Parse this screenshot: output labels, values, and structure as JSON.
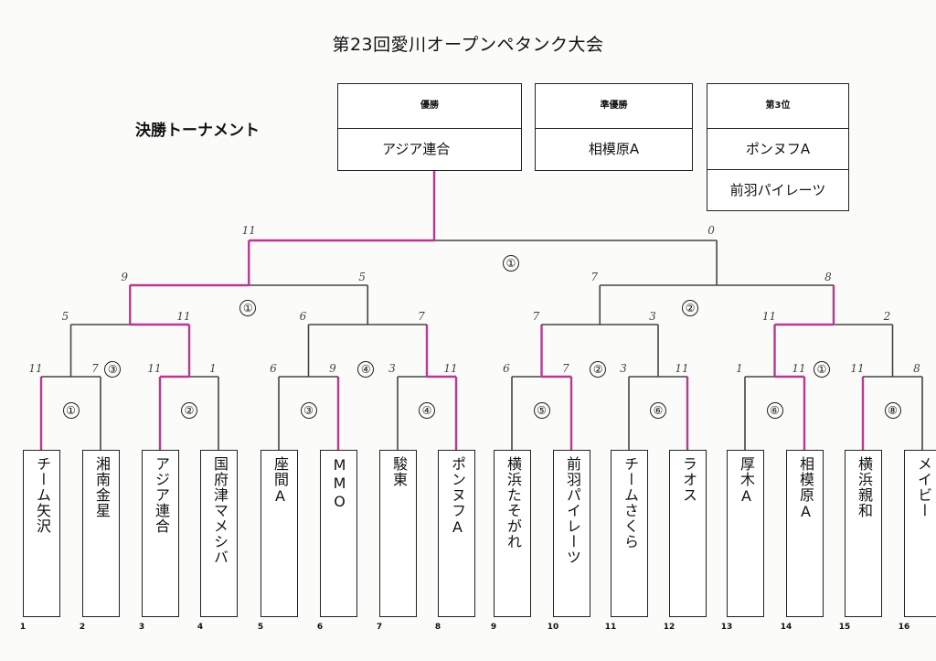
{
  "title": "第23回愛川オープンペタンク大会",
  "subtitle": "決勝トーナメント",
  "results": {
    "first_label": "優勝",
    "first": "アジア連合",
    "second_label": "準優勝",
    "second": "相模原A",
    "third_label": "第3位",
    "third": [
      "ポンヌフA",
      "前羽パイレーツ"
    ]
  },
  "teams": [
    {
      "seed": "1",
      "name": "チーム矢沢"
    },
    {
      "seed": "2",
      "name": "湘南金星"
    },
    {
      "seed": "3",
      "name": "アジア連合"
    },
    {
      "seed": "4",
      "name": "国府津マメシバ"
    },
    {
      "seed": "5",
      "name": "座間A"
    },
    {
      "seed": "6",
      "name": "MMO"
    },
    {
      "seed": "7",
      "name": "駿東"
    },
    {
      "seed": "8",
      "name": "ポンヌフA"
    },
    {
      "seed": "9",
      "name": "横浜たそがれ"
    },
    {
      "seed": "10",
      "name": "前羽パイレーツ"
    },
    {
      "seed": "11",
      "name": "チームさくら"
    },
    {
      "seed": "12",
      "name": "ラオス"
    },
    {
      "seed": "13",
      "name": "厚木A"
    },
    {
      "seed": "14",
      "name": "相模原A"
    },
    {
      "seed": "15",
      "name": "横浜親和"
    },
    {
      "seed": "16",
      "name": "メイビー"
    }
  ],
  "scores": {
    "r1": [
      "11",
      "7",
      "11",
      "1",
      "6",
      "9",
      "3",
      "11",
      "6",
      "7",
      "3",
      "11",
      "1",
      "11",
      "11",
      "8"
    ],
    "r2": [
      "5",
      "11",
      "6",
      "7",
      "7",
      "3",
      "11",
      "2"
    ],
    "r3": [
      "9",
      "5",
      "7",
      "8"
    ],
    "final": [
      "11",
      "0"
    ]
  },
  "match_numbers": {
    "r1": [
      "①",
      "②",
      "③",
      "④",
      "⑤",
      "⑥",
      "⑥",
      "⑧"
    ],
    "r2": [
      "③",
      "④",
      "②",
      "①"
    ],
    "r3": [
      "①",
      "②"
    ],
    "final": "①"
  }
}
